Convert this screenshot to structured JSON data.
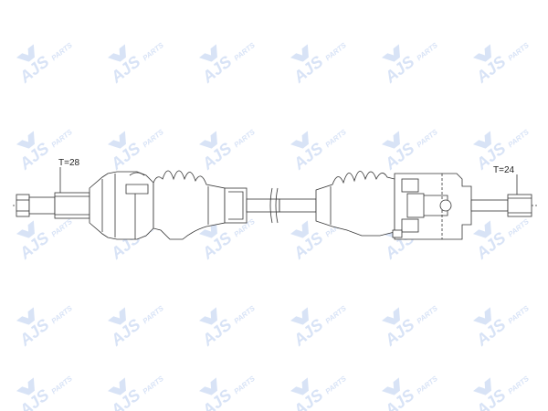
{
  "watermark": {
    "brand": "AJS",
    "suffix": "PARTS",
    "color": "#b9cdf0",
    "rows": 5,
    "cols": 6
  },
  "diagram": {
    "left_thread_label": "T=28",
    "right_thread_label": "T=24",
    "line_color": "#333333"
  }
}
